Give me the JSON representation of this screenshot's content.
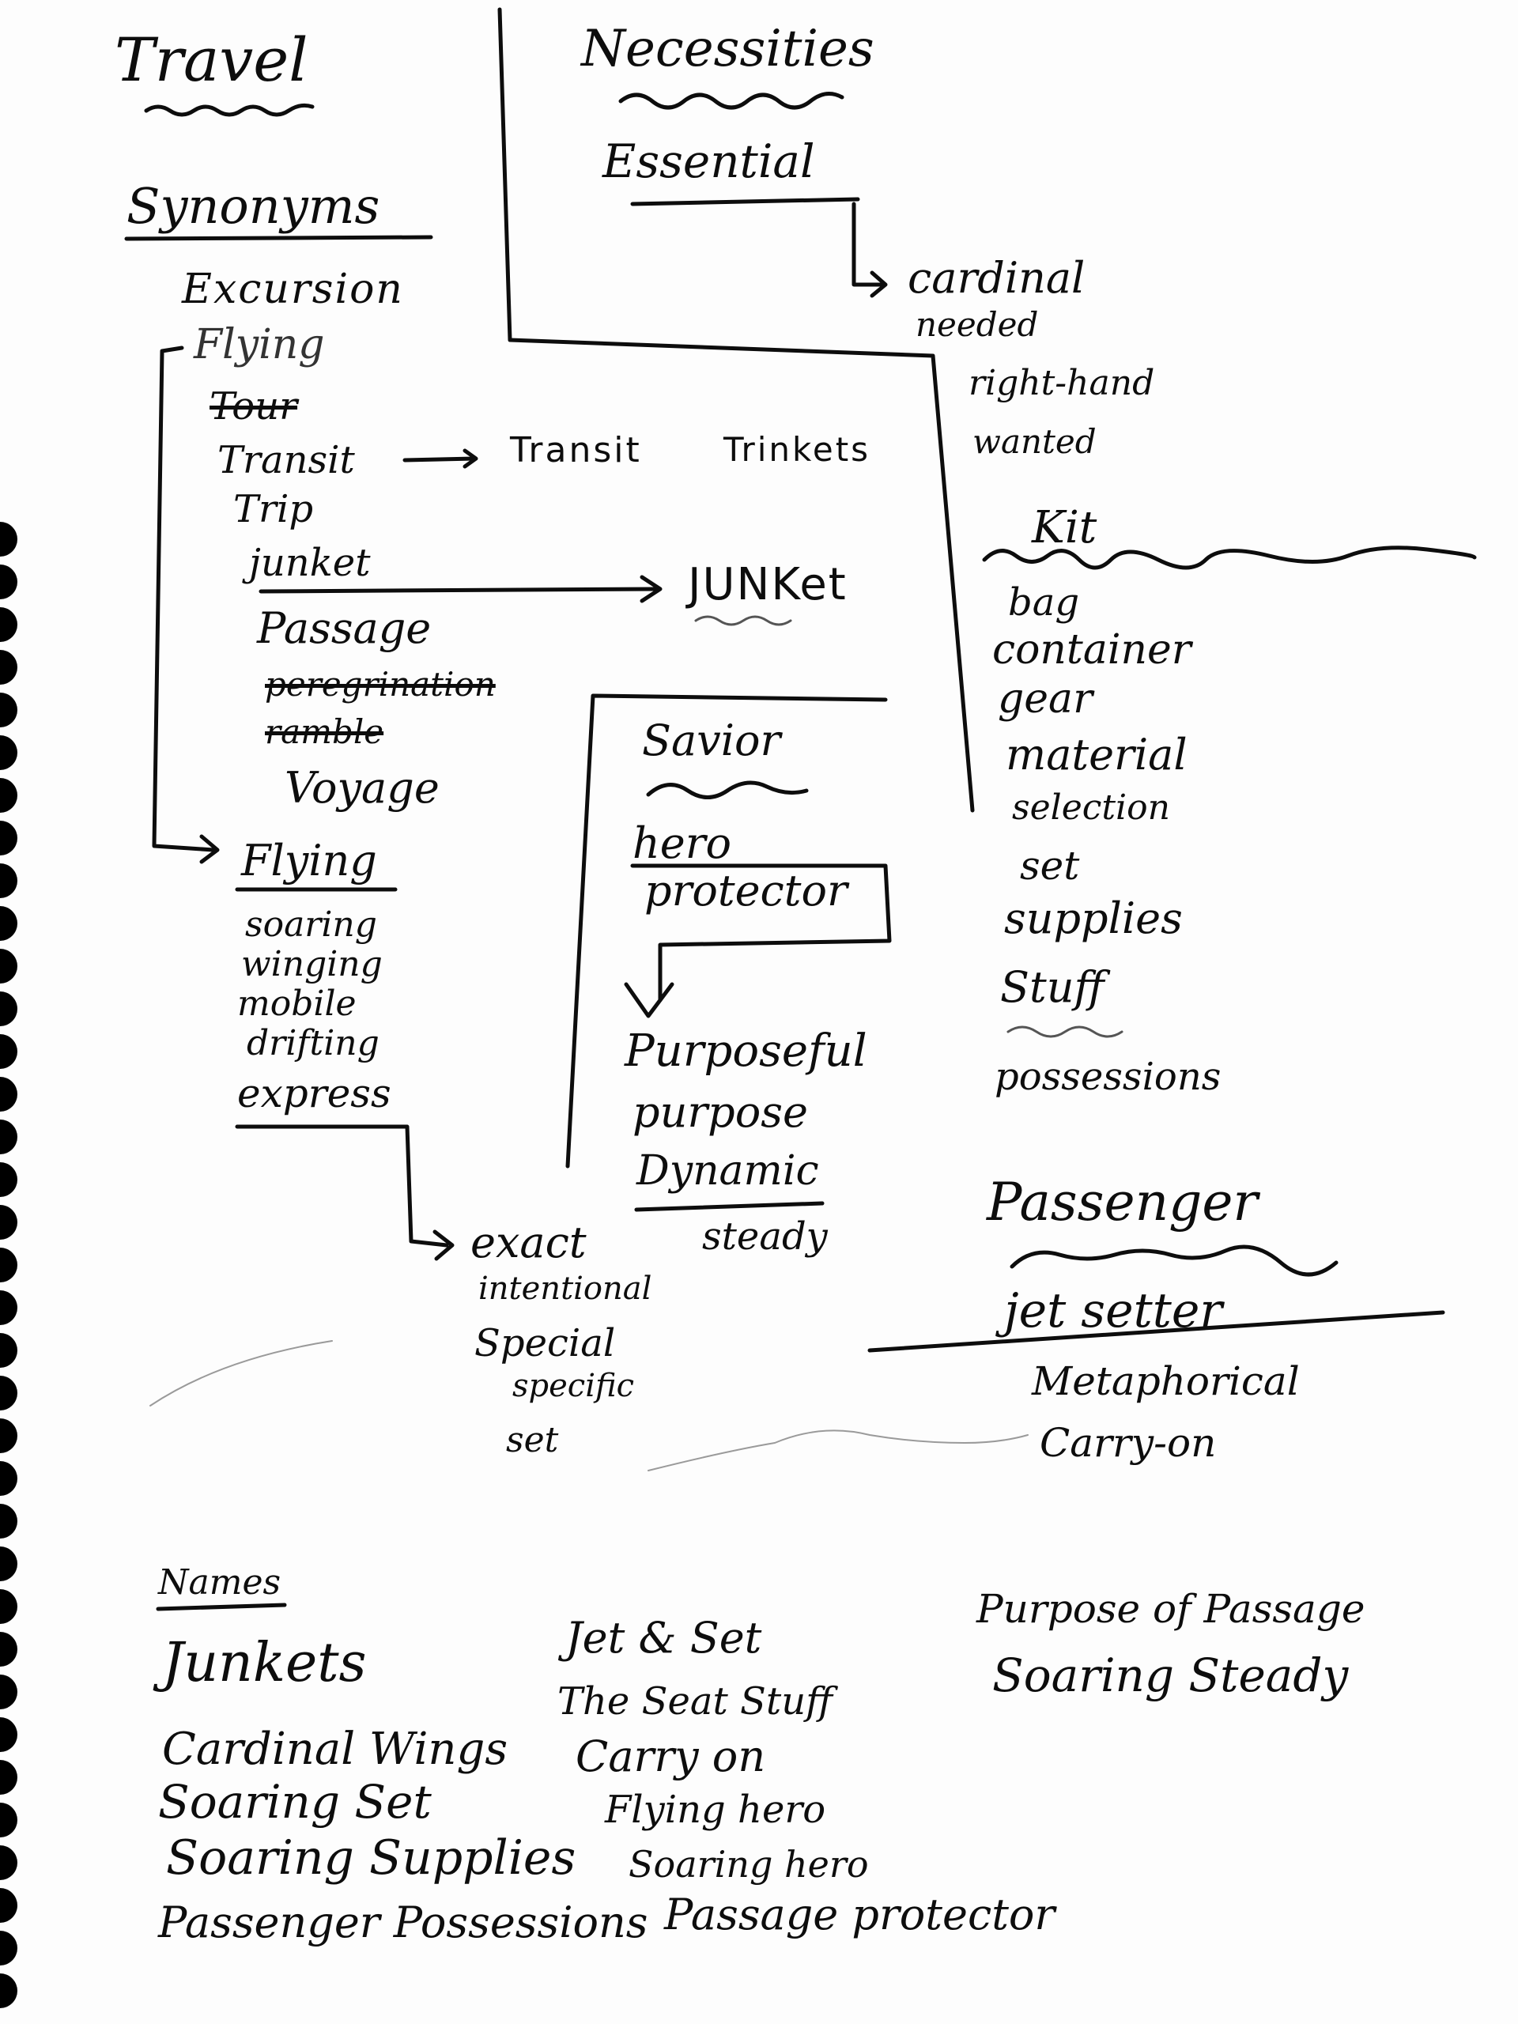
{
  "left_column": {
    "title": "Travel",
    "synonyms_heading": "Synonyms",
    "synonyms": [
      "Excursion",
      "Flying",
      "Tour",
      "Transit",
      "Trip",
      "junket",
      "Passage",
      "peregrination",
      "ramble",
      "Voyage"
    ],
    "transit_link": "Transit",
    "trinkets": "Trinkets",
    "junket_link": "JUNKet",
    "flying_heading": "Flying",
    "flying_words": [
      "soaring",
      "winging",
      "mobile",
      "drifting",
      "express"
    ]
  },
  "necessities": {
    "heading": "Necessities",
    "essential": "Essential",
    "essential_words": [
      "cardinal",
      "needed",
      "right-hand",
      "wanted"
    ]
  },
  "kit": {
    "heading": "Kit",
    "words": [
      "bag",
      "container",
      "gear",
      "material",
      "selection",
      "set",
      "supplies",
      "Stuff",
      "possessions"
    ]
  },
  "savior": {
    "heading": "Savior",
    "words": [
      "hero",
      "protector"
    ],
    "purposeful": [
      "Purposeful",
      "purpose",
      "Dynamic"
    ],
    "steady": "steady"
  },
  "exact": {
    "words": [
      "exact",
      "intentional",
      "Special",
      "specific",
      "set"
    ]
  },
  "passenger": {
    "heading": "Passenger",
    "words": [
      "jet setter",
      "Metaphorical",
      "Carry-on"
    ]
  },
  "names": {
    "heading": "Names",
    "items": [
      "Junkets",
      "Jet & Set",
      "Purpose of Passage",
      "Soaring Steady",
      "Cardinal Wings",
      "The Seat Stuff",
      "Carry on",
      "Soaring Set",
      "Flying hero",
      "Soaring Supplies",
      "Soaring hero",
      "Passenger Possessions",
      "Passage protector"
    ]
  }
}
